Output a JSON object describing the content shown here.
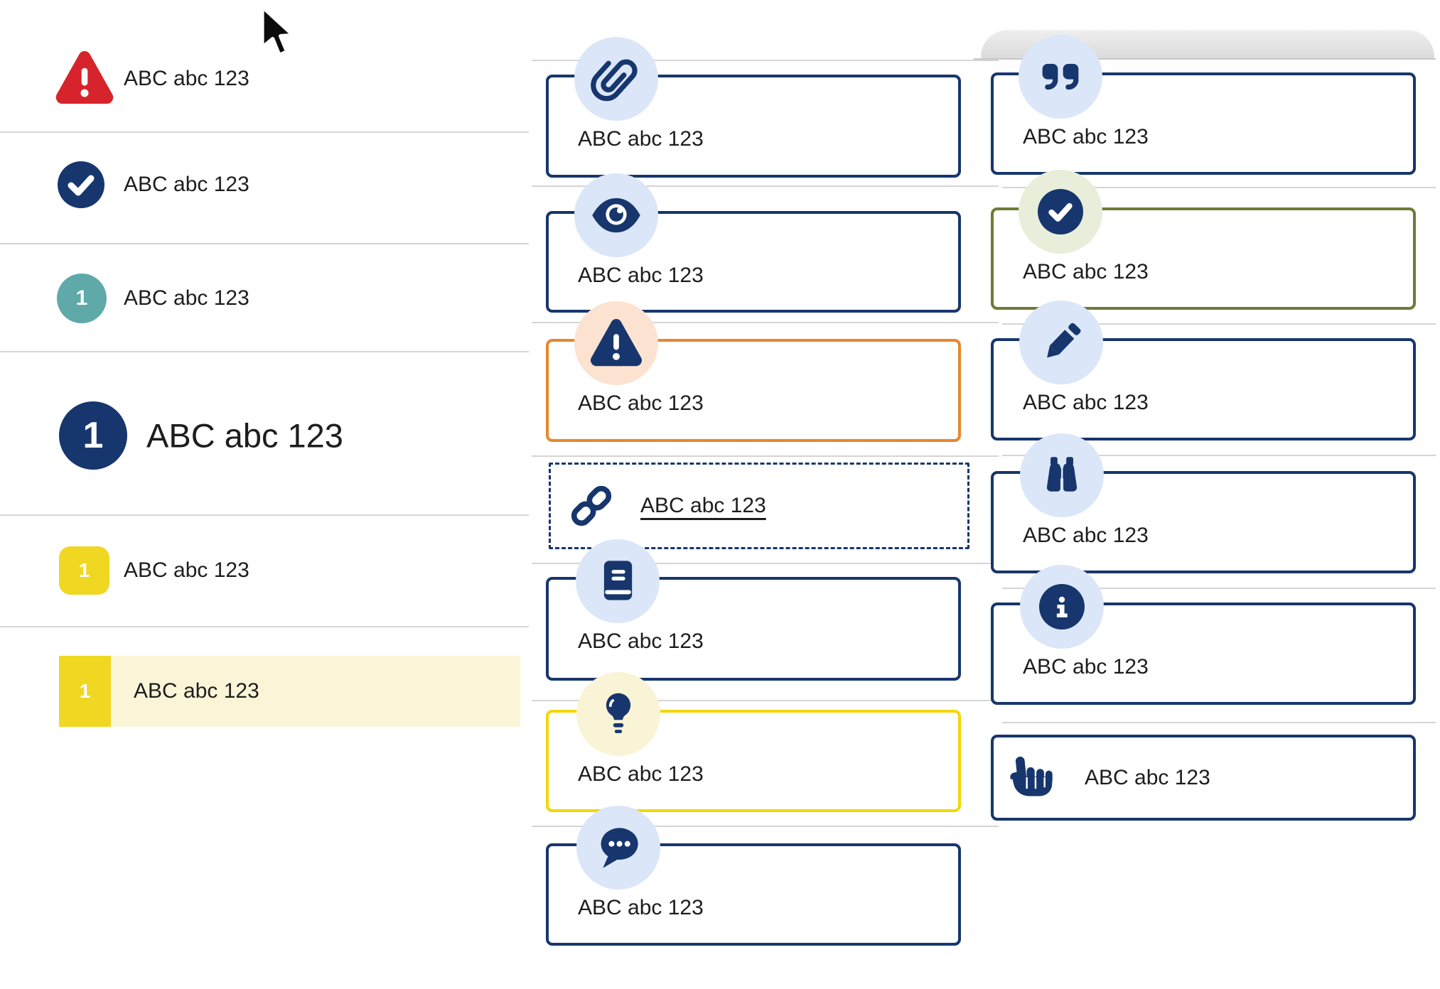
{
  "colors": {
    "navy": "#17366d",
    "red": "#d7232b",
    "teal": "#60a9a9",
    "yellow": "#f0d722",
    "yellow_border": "#f2d704",
    "pale_yellow_highlight": "#fbf5d8",
    "orange": "#e8862d",
    "olive": "#6e7b36",
    "badge_blue": "#dbe6f8",
    "badge_peach": "#fce3d1",
    "badge_pale_yellow": "#faf4d6",
    "badge_pale_green": "#e9eedb",
    "divider_gray": "#d5d5d5",
    "text": "#1d1d1d"
  },
  "left_list": {
    "items": [
      {
        "icon": "alert-triangle-icon",
        "label": "ABC abc 123"
      },
      {
        "icon": "check-circle-icon",
        "label": "ABC abc 123"
      },
      {
        "icon": "step-badge-teal",
        "number": "1",
        "label": "ABC abc 123"
      },
      {
        "icon": "step-badge-navy-large",
        "number": "1",
        "label": "ABC abc 123"
      },
      {
        "icon": "step-badge-yellow",
        "number": "1",
        "label": "ABC abc 123"
      },
      {
        "icon": "step-badge-yellow-highlight",
        "number": "1",
        "label": "ABC abc 123"
      }
    ]
  },
  "middle_callouts": {
    "items": [
      {
        "icon": "paperclip-icon",
        "label": "ABC abc 123",
        "style": "navy"
      },
      {
        "icon": "eye-icon",
        "label": "ABC abc 123",
        "style": "navy"
      },
      {
        "icon": "warning-icon",
        "label": "ABC abc 123",
        "style": "orange"
      },
      {
        "icon": "link-icon",
        "label": "ABC abc 123",
        "style": "dashed-link"
      },
      {
        "icon": "book-icon",
        "label": "ABC abc 123",
        "style": "navy"
      },
      {
        "icon": "lightbulb-icon",
        "label": "ABC abc 123",
        "style": "yellow"
      },
      {
        "icon": "chat-icon",
        "label": "ABC abc 123",
        "style": "navy"
      }
    ]
  },
  "right_callouts": {
    "items": [
      {
        "icon": "quote-icon",
        "label": "ABC abc 123",
        "style": "navy"
      },
      {
        "icon": "check-icon",
        "label": "ABC abc 123",
        "style": "olive"
      },
      {
        "icon": "pencil-icon",
        "label": "ABC abc 123",
        "style": "navy"
      },
      {
        "icon": "binoculars-icon",
        "label": "ABC abc 123",
        "style": "navy"
      },
      {
        "icon": "info-icon",
        "label": "ABC abc 123",
        "style": "navy"
      },
      {
        "icon": "hand-pointer-icon",
        "label": "ABC abc 123",
        "style": "navy-inline"
      }
    ]
  }
}
